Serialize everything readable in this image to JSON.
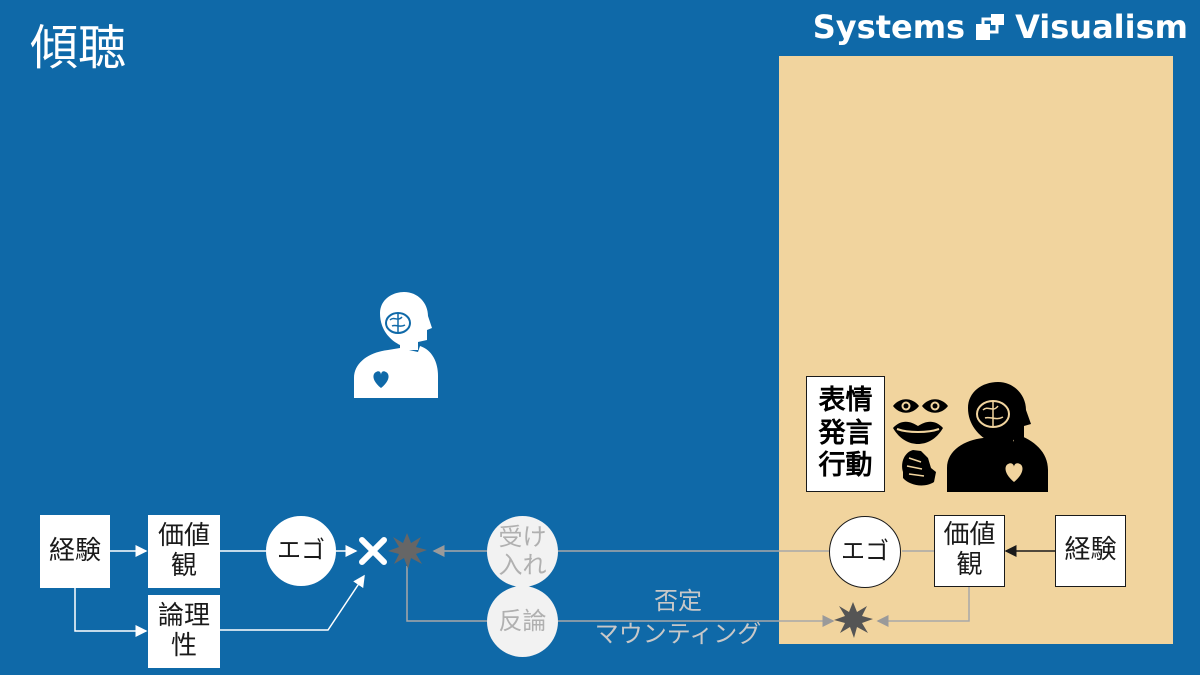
{
  "header": {
    "title": "傾聴",
    "brand_left": "Systems",
    "brand_right": "Visualism"
  },
  "left_side": {
    "experience": "経験",
    "values": "価値\n観",
    "logic": "論理\n性",
    "ego": "エゴ"
  },
  "middle": {
    "accept": "受け\n入れ",
    "rebut": "反論",
    "mounting_line1": "否定",
    "mounting_line2": "マウンティング"
  },
  "right_side": {
    "expressions": [
      "表情",
      "発言",
      "行動"
    ],
    "ego": "エゴ",
    "values": "価値\n観",
    "experience": "経験"
  },
  "colors": {
    "background": "#0f69a8",
    "panel": "#f1d49e",
    "gray_node": "#f2f2f2",
    "gray_text": "#b0b0b0",
    "clash": "#555555"
  },
  "icons": {
    "listener": "person-brain-heart-icon",
    "speaker": "person-brain-heart-icon",
    "eyes": "eyes-icon",
    "lips": "lips-icon",
    "hand": "hand-gesture-icon",
    "clash": "explosion-icon",
    "cross": "cross-icon"
  }
}
